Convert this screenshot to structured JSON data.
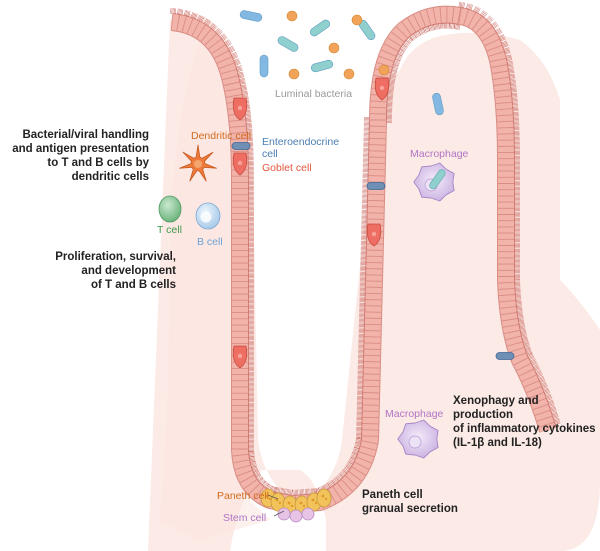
{
  "colors": {
    "background": "#ffffff",
    "lamina_propria": "#fbe3dd",
    "epithelium": "#f2b3aa",
    "cell_border": "#d88d84",
    "brush_border": "#c9665d",
    "goblet": "#ee6e63",
    "enteroendocrine": "#6f8fb5",
    "paneth": "#f2c35a",
    "stem": "#e7c3e6",
    "macrophage": "#d9c7e8",
    "dendritic": "#ee7a3c",
    "t_cell": "#8cc89a",
    "b_cell": "#bcd8f0",
    "bacteria_rod": "#8fd0cf",
    "bacteria_rod_blue": "#82b8e2",
    "bacteria_cocci": "#f2a35a",
    "text_orange": "#d26a1e",
    "text_red": "#e2573d",
    "text_blue": "#4c7db1",
    "text_purple": "#b075c4",
    "text_green": "#3d9a4c",
    "text_lightblue": "#6ca2d6",
    "text_gray": "#9a9a9a",
    "text_dark": "#222222"
  },
  "labels": {
    "luminal_bacteria": "Luminal bacteria",
    "dendritic_cell": "Dendritic cell",
    "enteroendocrine_cell": [
      "Enteroendocrine",
      "cell"
    ],
    "goblet_cell": "Goblet cell",
    "t_cell": "T cell",
    "b_cell": "B cell",
    "macrophage_top": "Macrophage",
    "macrophage_bottom": "Macrophage",
    "paneth_cell": "Paneth cell",
    "stem_cell": "Stem cell"
  },
  "notes": {
    "antigen": [
      "Bacterial/viral handling",
      "and antigen presentation",
      "to T and B cells by",
      "dendritic cells"
    ],
    "proliferation": [
      "Proliferation, survival,",
      "and development",
      "of T and B cells"
    ],
    "xenophagy": [
      "Xenophagy and production",
      "of inflammatory cytokines",
      "(IL-1β and IL-18)"
    ],
    "paneth_secretion": [
      "Paneth cell",
      "granual secretion"
    ]
  }
}
